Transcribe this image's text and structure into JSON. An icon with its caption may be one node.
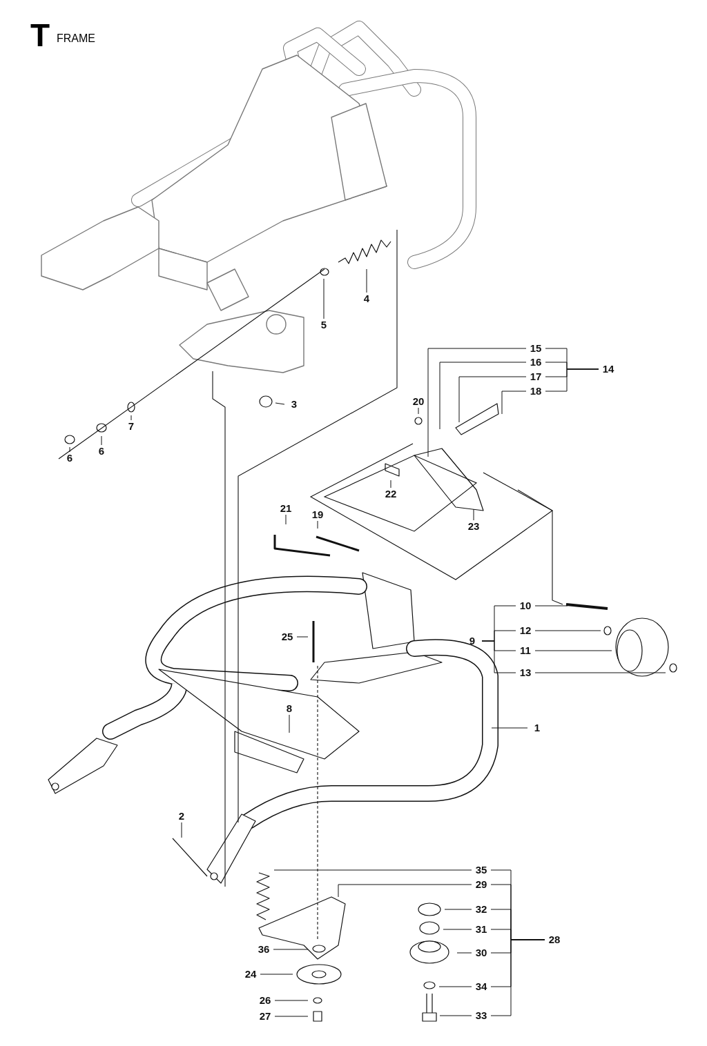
{
  "diagram": {
    "title": "FRAME",
    "nodes": [
      {
        "text": [
          "1"
        ]
      },
      {
        "text": [
          "2"
        ]
      },
      {
        "text": [
          "3"
        ]
      },
      {
        "text": [
          "4"
        ]
      },
      {
        "text": [
          "5"
        ]
      },
      {
        "text": [
          "6"
        ]
      },
      {
        "text": [
          "6"
        ]
      },
      {
        "text": [
          "7"
        ]
      },
      {
        "text": [
          "8"
        ]
      },
      {
        "text": [
          "9"
        ]
      },
      {
        "text": [
          "10"
        ]
      },
      {
        "text": [
          "11"
        ]
      },
      {
        "text": [
          "12"
        ]
      },
      {
        "text": [
          "13"
        ]
      },
      {
        "text": [
          "14"
        ]
      },
      {
        "text": [
          "15"
        ]
      },
      {
        "text": [
          "16"
        ]
      },
      {
        "text": [
          "17"
        ]
      },
      {
        "text": [
          "18"
        ]
      },
      {
        "text": [
          "19"
        ]
      },
      {
        "text": [
          "20"
        ]
      },
      {
        "text": [
          "21"
        ]
      },
      {
        "text": [
          "22"
        ]
      },
      {
        "text": [
          "23"
        ]
      },
      {
        "text": [
          "24"
        ]
      },
      {
        "text": [
          "25"
        ]
      },
      {
        "text": [
          "26"
        ]
      },
      {
        "text": [
          "27"
        ]
      },
      {
        "text": [
          "28"
        ]
      },
      {
        "text": [
          "29"
        ]
      },
      {
        "text": [
          "30"
        ]
      },
      {
        "text": [
          "31"
        ]
      },
      {
        "text": [
          "32"
        ]
      },
      {
        "text": [
          "33"
        ]
      },
      {
        "text": [
          "34"
        ]
      },
      {
        "text": [
          "35"
        ]
      },
      {
        "text": [
          "36"
        ]
      }
    ],
    "edges": [
      {
        "from": 0,
        "to": null,
        "arrow": "none"
      },
      {
        "from": 1,
        "to": null,
        "arrow": "none"
      },
      {
        "from": 2,
        "to": null,
        "arrow": "none"
      },
      {
        "from": 3,
        "to": null,
        "arrow": "none"
      },
      {
        "from": 4,
        "to": null,
        "arrow": "none"
      },
      {
        "from": 5,
        "to": null,
        "arrow": "none"
      },
      {
        "from": 6,
        "to": null,
        "arrow": "none"
      },
      {
        "from": 7,
        "to": null,
        "arrow": "none"
      },
      {
        "from": 8,
        "to": null,
        "arrow": "none"
      },
      {
        "from": 9,
        "to": 10,
        "arrow": "none"
      },
      {
        "from": 9,
        "to": 12,
        "arrow": "none"
      },
      {
        "from": 9,
        "to": 11,
        "arrow": "none"
      },
      {
        "from": 9,
        "to": 13,
        "arrow": "none"
      },
      {
        "from": 10,
        "to": null,
        "arrow": "none"
      },
      {
        "from": 11,
        "to": null,
        "arrow": "none"
      },
      {
        "from": 12,
        "to": null,
        "arrow": "none"
      },
      {
        "from": 13,
        "to": null,
        "arrow": "none"
      },
      {
        "from": 14,
        "to": 15,
        "arrow": "none"
      },
      {
        "from": 14,
        "to": 16,
        "arrow": "none"
      },
      {
        "from": 14,
        "to": 17,
        "arrow": "none"
      },
      {
        "from": 14,
        "to": 18,
        "arrow": "none"
      },
      {
        "from": 15,
        "to": null,
        "arrow": "none"
      },
      {
        "from": 16,
        "to": null,
        "arrow": "none"
      },
      {
        "from": 17,
        "to": null,
        "arrow": "none"
      },
      {
        "from": 18,
        "to": null,
        "arrow": "none"
      },
      {
        "from": 19,
        "to": null,
        "arrow": "none"
      },
      {
        "from": 20,
        "to": null,
        "arrow": "none"
      },
      {
        "from": 21,
        "to": null,
        "arrow": "none"
      },
      {
        "from": 22,
        "to": null,
        "arrow": "none"
      },
      {
        "from": 23,
        "to": null,
        "arrow": "none"
      },
      {
        "from": 24,
        "to": null,
        "arrow": "none"
      },
      {
        "from": 25,
        "to": null,
        "arrow": "none"
      },
      {
        "from": 26,
        "to": null,
        "arrow": "none"
      },
      {
        "from": 27,
        "to": null,
        "arrow": "none"
      },
      {
        "from": 28,
        "to": 35,
        "arrow": "none"
      },
      {
        "from": 28,
        "to": 29,
        "arrow": "none"
      },
      {
        "from": 28,
        "to": 32,
        "arrow": "none"
      },
      {
        "from": 28,
        "to": 31,
        "arrow": "none"
      },
      {
        "from": 28,
        "to": 30,
        "arrow": "none"
      },
      {
        "from": 28,
        "to": 34,
        "arrow": "none"
      },
      {
        "from": 28,
        "to": 33,
        "arrow": "none"
      },
      {
        "from": 29,
        "to": null,
        "arrow": "none"
      },
      {
        "from": 30,
        "to": null,
        "arrow": "none"
      },
      {
        "from": 31,
        "to": null,
        "arrow": "none"
      },
      {
        "from": 32,
        "to": null,
        "arrow": "none"
      },
      {
        "from": 33,
        "to": null,
        "arrow": "none"
      },
      {
        "from": 34,
        "to": null,
        "arrow": "none"
      },
      {
        "from": 35,
        "to": null,
        "arrow": "none"
      },
      {
        "from": 36,
        "to": null,
        "arrow": "none"
      }
    ],
    "labels": [
      "T"
    ]
  }
}
